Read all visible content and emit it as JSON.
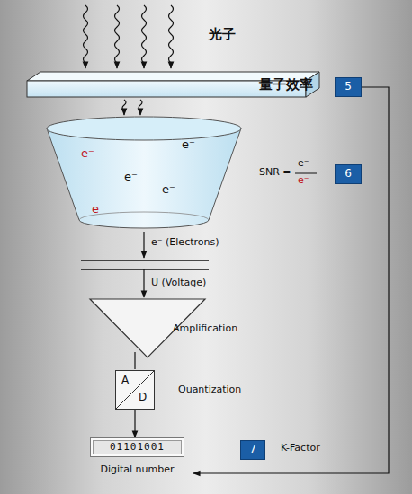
{
  "diagram": {
    "nodes": [
      {
        "text": [
          "5"
        ]
      },
      {
        "text": [
          "e⁻",
          "e⁻",
          "e⁻",
          "e⁻",
          "e⁻"
        ]
      },
      {
        "text": [
          "6"
        ]
      },
      {
        "text": [
          "A",
          "D"
        ]
      },
      {
        "text": [
          "7"
        ]
      },
      {
        "text": [
          "01101001",
          "Digital number"
        ]
      }
    ],
    "edges": [
      {
        "from": 0,
        "to": 5,
        "arrow": "to"
      },
      {
        "from": 3,
        "to": 5,
        "arrow": "to"
      }
    ],
    "labels": [
      "光子",
      "量子效率",
      "SNR =",
      "e⁻",
      "e⁻",
      "e⁻ (Electrons)",
      "U (Voltage)",
      "Amplification",
      "Quantization",
      "K-Factor"
    ]
  }
}
